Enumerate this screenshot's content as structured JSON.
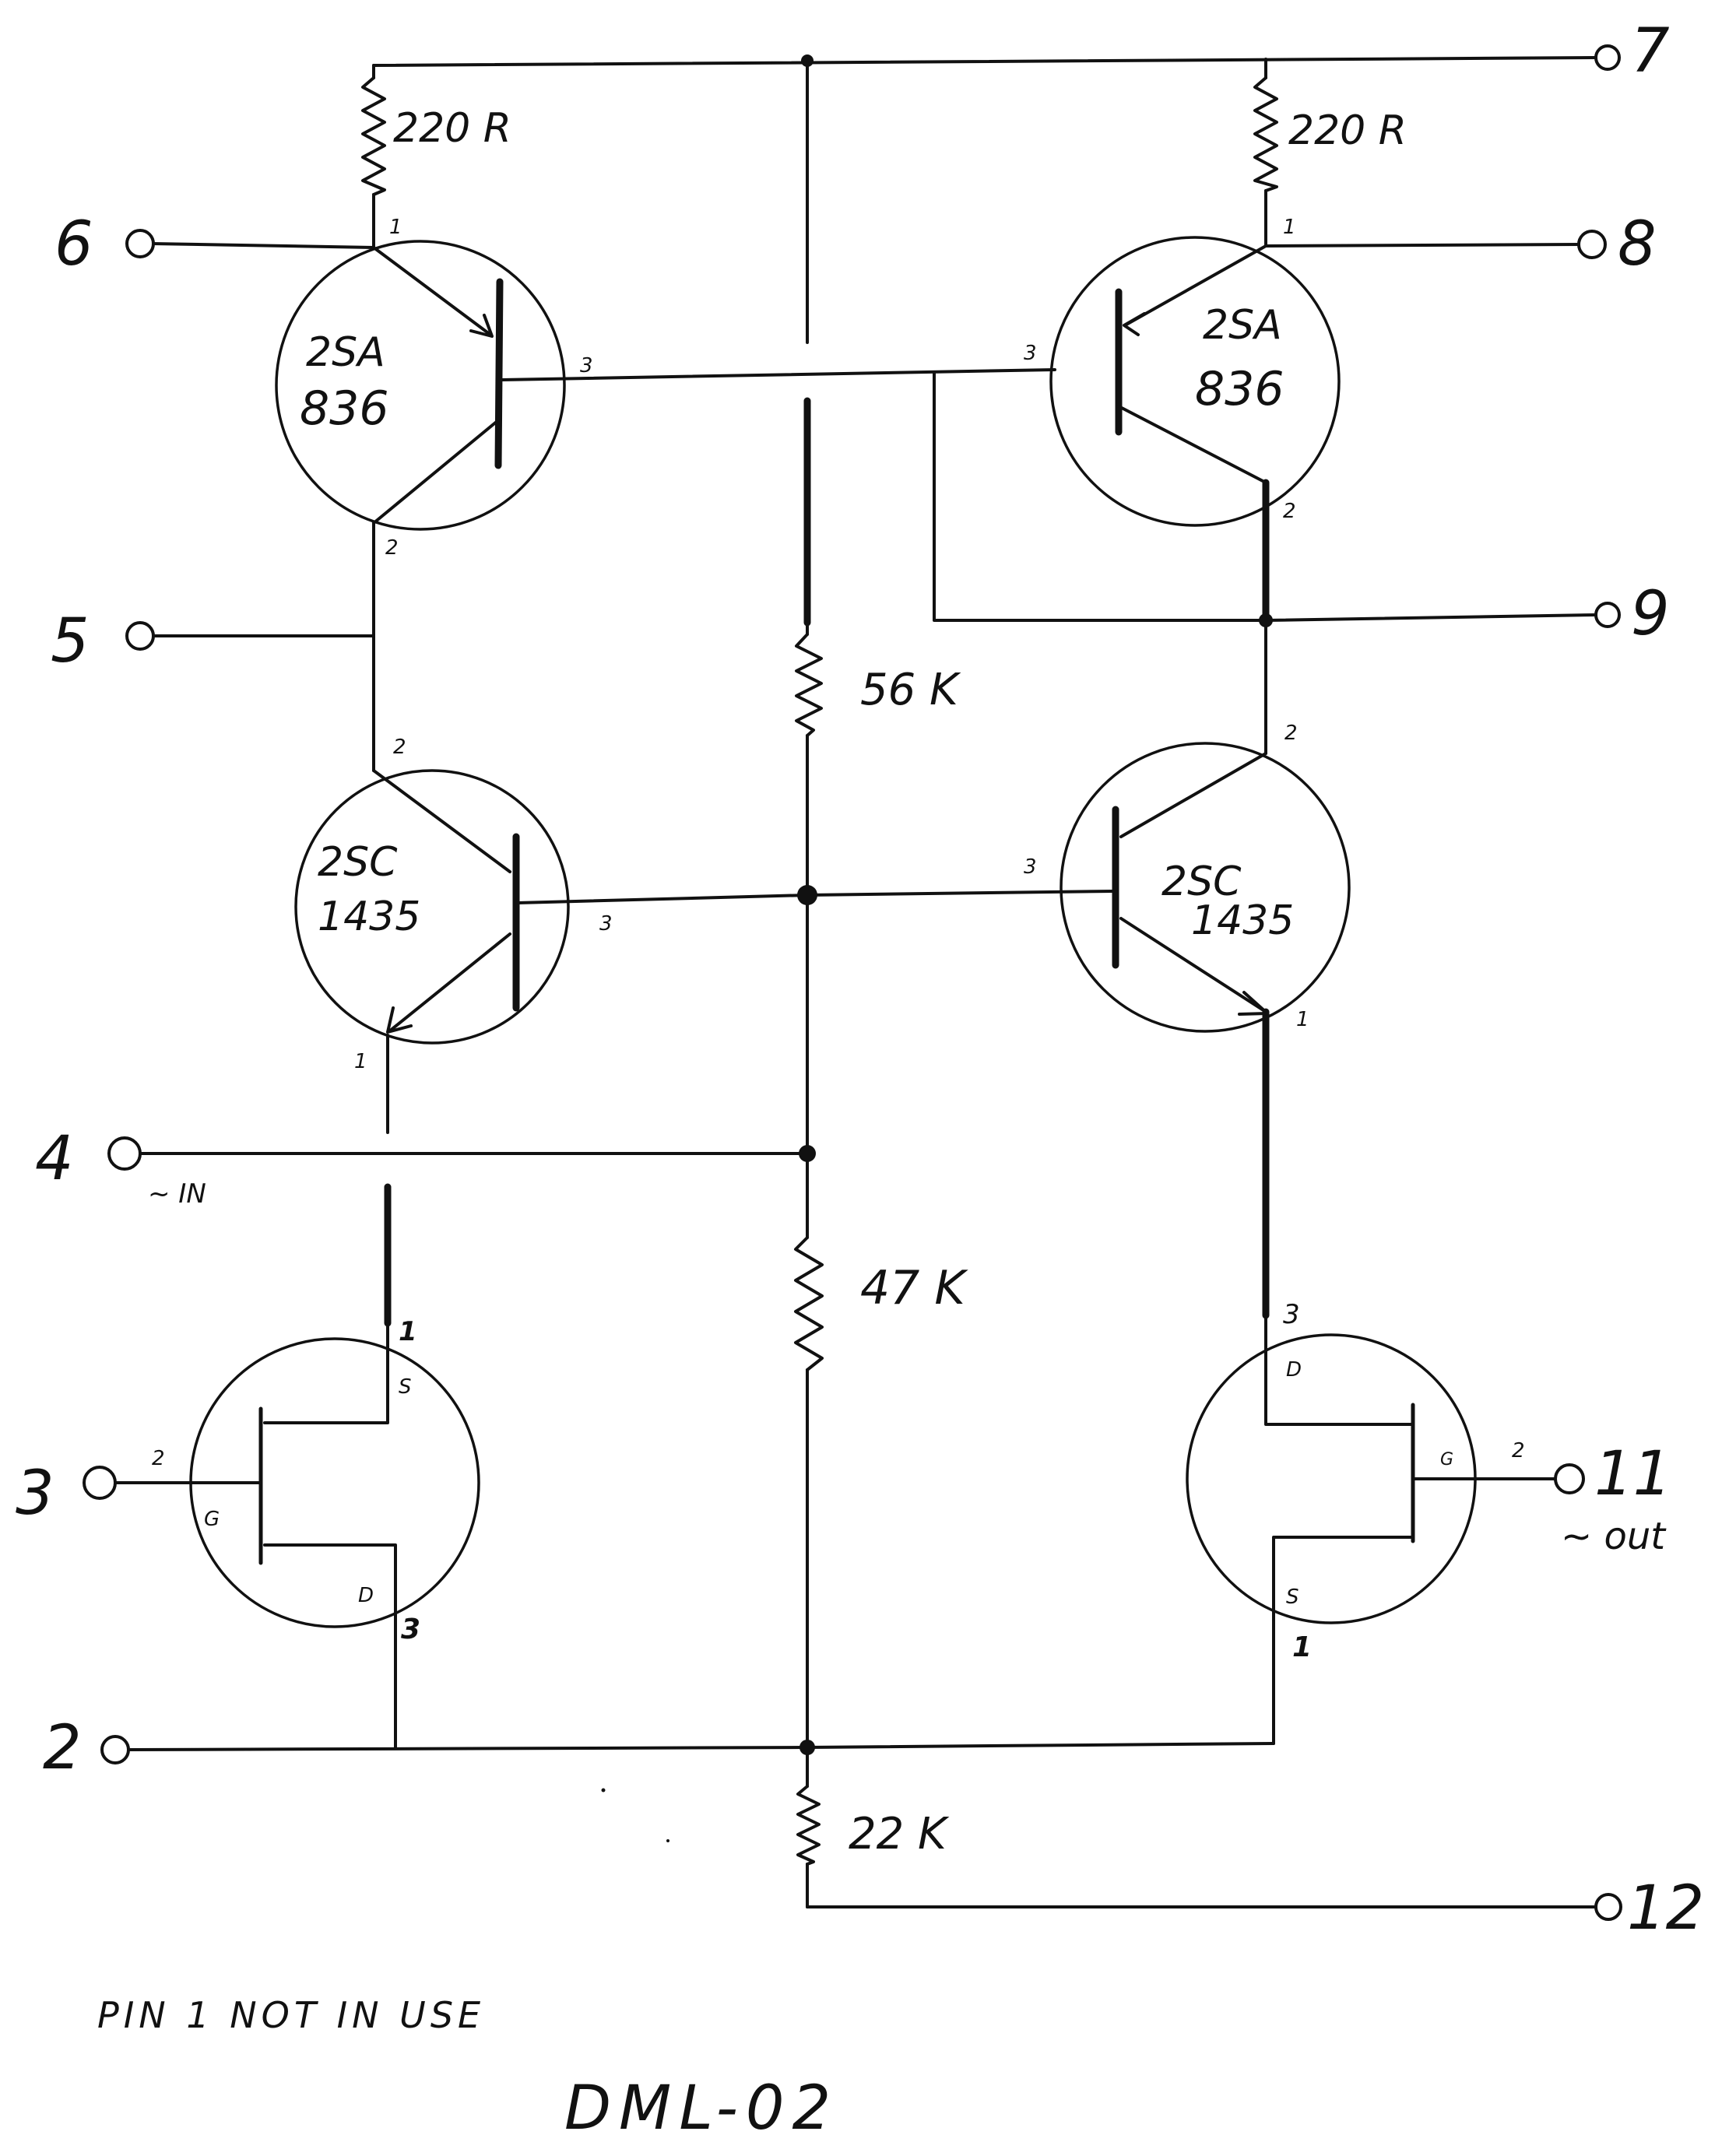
{
  "terminals": {
    "t7": "7",
    "t6": "6",
    "t8": "8",
    "t5": "5",
    "t9": "9",
    "t4": "4",
    "t4_note": "~ IN",
    "t3": "3",
    "t11": "11",
    "t11_note": "~ out",
    "t2": "2",
    "t12": "12"
  },
  "transistors": {
    "q_top_left": {
      "line1": "2SA",
      "line2": "836",
      "pin_e": "1",
      "pin_c": "2",
      "pin_b": "3"
    },
    "q_top_right": {
      "line1": "2SA",
      "line2": "836",
      "pin_e": "1",
      "pin_c": "2",
      "pin_b": "3"
    },
    "q_mid_left": {
      "line1": "2SC",
      "line2": "1435",
      "pin_c": "2",
      "pin_e": "1",
      "pin_b": "3"
    },
    "q_mid_right": {
      "line1": "2SC",
      "line2": "1435",
      "pin_c": "2",
      "pin_e": "1",
      "pin_b": "3"
    }
  },
  "fets": {
    "f_left": {
      "pin_s": "1",
      "label_s": "S",
      "pin_g": "2",
      "label_g": "G",
      "pin_d": "3",
      "label_d": "D"
    },
    "f_right": {
      "pin_d": "3",
      "label_d": "D",
      "pin_g": "2",
      "label_g": "G",
      "pin_s": "1",
      "label_s": "S"
    }
  },
  "resistors": {
    "r_top_left": "220 R",
    "r_top_right": "220 R",
    "r_56k": "56 K",
    "r_47k": "47 K",
    "r_22k": "22 K"
  },
  "notes": {
    "pin1": "PIN 1 NOT IN USE",
    "title": "DML-02"
  }
}
